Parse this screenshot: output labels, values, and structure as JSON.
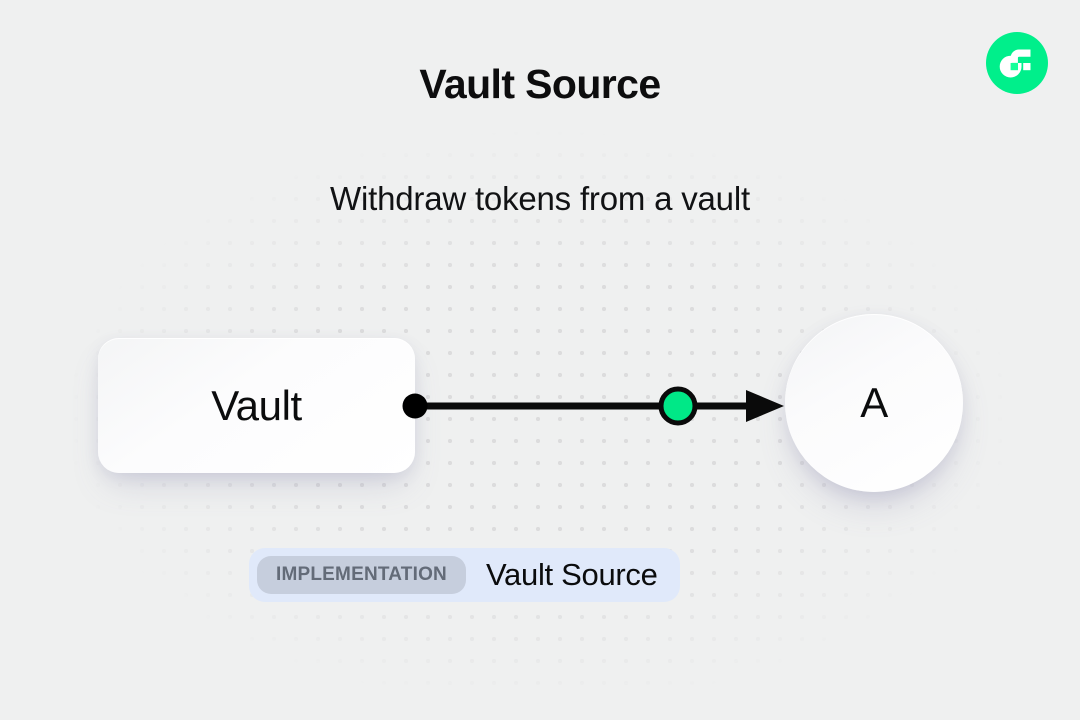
{
  "header": {
    "title": "Vault Source",
    "subtitle": "Withdraw tokens from a vault",
    "logo_icon": "flow-logo-icon",
    "logo_color": "#00ef8b"
  },
  "diagram": {
    "source_node": {
      "label": "Vault",
      "shape": "rounded-rectangle",
      "port_icon": "output-port-dot",
      "port_color": "#000000"
    },
    "target_node": {
      "label": "A",
      "shape": "circle"
    },
    "edge": {
      "marker_icon": "edge-midpoint-dot",
      "marker_color": "#00e887",
      "stroke_color": "#0a0a0a",
      "arrow_icon": "arrow-head-right"
    }
  },
  "implementation": {
    "badge_label": "IMPLEMENTATION",
    "name": "Vault Source",
    "pill_color": "#e0e9fa",
    "badge_color": "#c6cedd"
  }
}
